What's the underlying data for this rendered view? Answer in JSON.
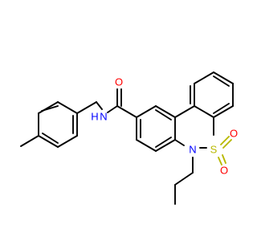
{
  "molecule": {
    "colors": {
      "carbon_bond": "#000000",
      "oxygen": "#ff0000",
      "nitrogen": "#0000ff",
      "sulfur": "#b8b800",
      "background": "#ffffff"
    },
    "atoms": {
      "amide_o": "O",
      "amide_n": "N",
      "amide_h": "H",
      "ring_n": "N",
      "ring_s": "S",
      "sulfonyl_o1": "O",
      "sulfonyl_o2": "O"
    }
  }
}
